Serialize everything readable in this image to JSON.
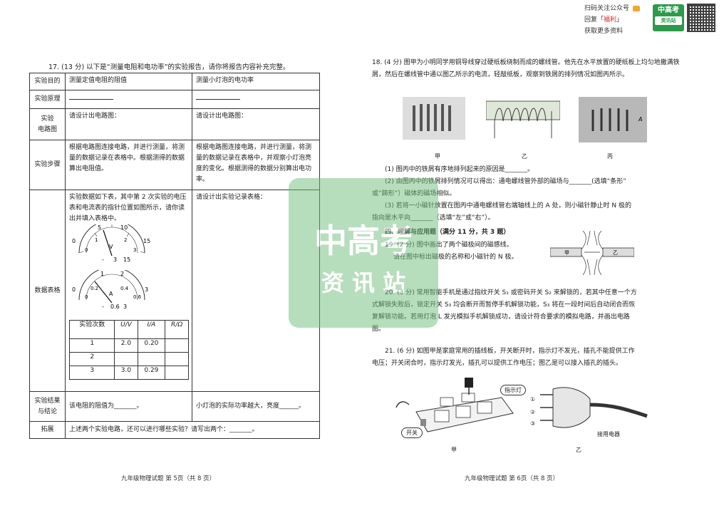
{
  "header": {
    "line1": "扫码关注公众号",
    "line2_prefix": "回复「",
    "line2_highlight": "福利",
    "line2_suffix": "」",
    "line3": "获取更多资料",
    "logo_main": "中高考",
    "logo_sub": "资讯站"
  },
  "watermark": {
    "line1": "中高考",
    "line2": "资 讯 站"
  },
  "left": {
    "question_title": "17. (13 分) 以下是“测量电阻和电功率”的实验报告，请你将报告内容补充完整。",
    "rows": {
      "purpose": {
        "label": "实验目的",
        "col1": "测量定值电阻的阻值",
        "col2": "测量小灯泡的电功率"
      },
      "principle": {
        "label": "实验原理"
      },
      "circuit": {
        "label1": "实验",
        "label2": "电路图",
        "col1": "请设计出电路图：",
        "col2": "请设计出电路图："
      },
      "steps": {
        "label": "实验步骤",
        "col1": "根据电路图连接电路，并进行测量，将测量的数据记录在表格中。根据测得的数据算出电阻值。",
        "col2": "根据电路图连接电路，并进行测量，将测量的数据记录在表格中，并观察小灯泡亮度的变化。根据测得的数据分别算出电功率。"
      },
      "data": {
        "label": "数据表格",
        "col1": "实验数据如下表，其中第 2 次实验的电压表和电流表的指针位置如图所示，请你读出并填入表格中。",
        "col2": "请设计出实验记录表格：",
        "voltmeter": {
          "ticks_top": [
            "5",
            "10"
          ],
          "ticks_side": [
            "0",
            "15"
          ],
          "ticks_inner": [
            "0",
            "1",
            "2",
            "3"
          ],
          "unit": "V",
          "terminals": [
            "-",
            "3",
            "15"
          ]
        },
        "ammeter": {
          "ticks_top": [
            "1",
            "2"
          ],
          "ticks_side": [
            "0",
            "3"
          ],
          "ticks_inner": [
            "0",
            "0.2",
            "0.4",
            "0.6"
          ],
          "unit": "A",
          "terminals": [
            "-",
            "0.6",
            "3"
          ]
        },
        "table": {
          "headers": [
            "实验次数",
            "U/V",
            "I/A",
            "R/Ω"
          ],
          "rows": [
            [
              "1",
              "2.0",
              "0.20",
              ""
            ],
            [
              "2",
              "",
              "",
              ""
            ],
            [
              "3",
              "3.0",
              "0.29",
              ""
            ]
          ]
        }
      },
      "result": {
        "label1": "实验结果",
        "label2": "与结论",
        "col1": "该电阻的阻值为_______。",
        "col2": "小灯泡的实际功率越大，亮度______。"
      },
      "extend": {
        "label": "拓展",
        "col1": "上述两个实验电路，还可以进行哪些实验？请写出两个：_______。"
      }
    },
    "footer": "九年级物理试题   第 5页（共 8 页）"
  },
  "right": {
    "q18": "18. (4 分) 图甲为小明同学用铜导线穿过硬纸板绕制而成的螺线管。他先在水平放置的硬纸板上均匀地撒满铁屑，然后在螺线管中通以图乙所示的电流，轻敲纸板，观察到铁屑的排列情况如图丙所示。",
    "fig18_labels": [
      "甲",
      "乙",
      "丙"
    ],
    "fig18_point": "A",
    "q18_1": "(1) 图丙中的铁屑有序地排列起来的原因是_______。",
    "q18_2a": "(2) 由图丙中的铁屑排列情况可以得出：通电螺线管外部的磁场与_______(选填“条形”",
    "q18_2b": "或“蹄形”）磁体的磁场相似。",
    "q18_3a": "(3) 若将一小磁针放置在图丙中通电螺线管右端轴线上的 A 处，则小磁针静止时 N 极的",
    "q18_3b": "指向是水平向_______（选填“左”或“右”）。",
    "section4": "四、理解与应用题（满分 11 分，共 3 题）",
    "q19a": "19. (2 分) 图中画出了两个磁极间的磁感线。",
    "q19b": "请在图中标出磁极的名称和小磁针的 N 极。",
    "fig19_labels": [
      "甲",
      "乙"
    ],
    "q20a": "20. (3 分) 常用智能手机是通过指纹开关 S₁ 或密码开关 S₂ 来解锁的，若其中任意一个方",
    "q20b": "式解锁失败后，锁定开关 S₃ 均会断开而暂停手机解锁功能，S₃ 将在一段时间后自动闭合而恢",
    "q20c": "复解锁功能。若用灯泡 L 发光模拟手机解锁成功，请设计符合要求的模拟电路，并画出电路",
    "q20d": "图。",
    "q21a": "21. (6 分) 如图甲是家庭常用的插线板，开关断开时，指示灯不发光，插孔不能提供工作",
    "q21b": "电压；开关闭合时，指示灯发光，插孔可以提供工作电压；图乙是可以接入插孔的插头。",
    "fig21": {
      "indicator": "指示灯",
      "switch": "开关",
      "marks": [
        "①",
        "②",
        "③"
      ],
      "appliance": "接用电器",
      "labels": [
        "甲",
        "乙"
      ]
    },
    "footer": "九年级物理试题   第 6页（共 8 页）"
  }
}
